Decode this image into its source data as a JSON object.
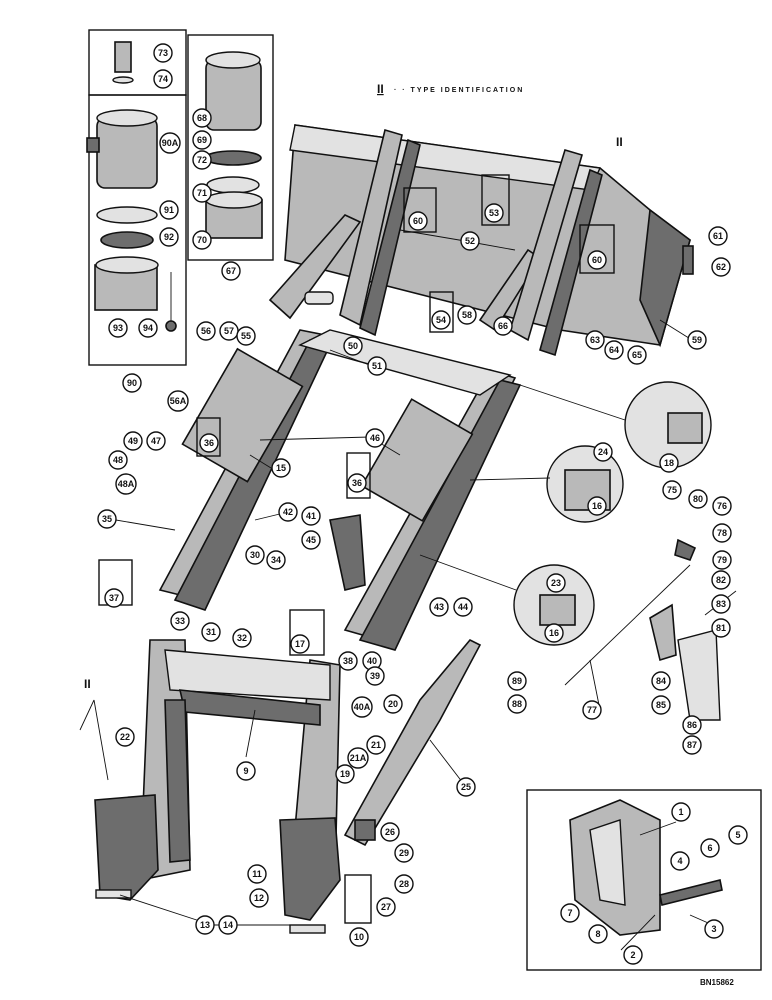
{
  "header": {
    "type_marker": "II",
    "title_text": "· · TYPE  IDENTIFICATION",
    "section_marker_right": "II",
    "section_marker_left": "II"
  },
  "footer": {
    "code": "BN15862"
  },
  "callouts": {
    "c73": "73",
    "c74": "74",
    "c68": "68",
    "c69": "69",
    "c72": "72",
    "c71": "71",
    "c70": "70",
    "c67": "67",
    "c90A": "90A",
    "c91": "91",
    "c92": "92",
    "c93": "93",
    "c94": "94",
    "c90": "90",
    "c60a": "60",
    "c53": "53",
    "c60b": "60",
    "c52": "52",
    "c61": "61",
    "c62": "62",
    "c59": "59",
    "c54": "54",
    "c58": "58",
    "c66": "66",
    "c63": "63",
    "c64": "64",
    "c65": "65",
    "c56": "56",
    "c57": "57",
    "c55": "55",
    "c50": "50",
    "c51": "51",
    "c56A": "56A",
    "c46": "46",
    "c36a": "36",
    "c49": "49",
    "c47": "47",
    "c48": "48",
    "c48A": "48A",
    "c15": "15",
    "c36b": "36",
    "c18": "18",
    "c24": "24",
    "c16a": "16",
    "c35": "35",
    "c42": "42",
    "c41": "41",
    "c45": "45",
    "c37": "37",
    "c30": "30",
    "c34": "34",
    "c33": "33",
    "c31": "31",
    "c32": "32",
    "c23": "23",
    "c43": "43",
    "c44": "44",
    "c16b": "16",
    "c17": "17",
    "c75": "75",
    "c80": "80",
    "c76": "76",
    "c78a": "78",
    "c79": "79",
    "c82": "82",
    "c83": "83",
    "c81": "81",
    "c84": "84",
    "c85": "85",
    "c86": "86",
    "c87": "87",
    "c89": "89",
    "c88": "88",
    "c77": "77",
    "c38": "38",
    "c40": "40",
    "c39": "39",
    "c40A": "40A",
    "c20": "20",
    "c21": "21",
    "c21A": "21A",
    "c19": "19",
    "c22": "22",
    "c9": "9",
    "c25": "25",
    "c26": "26",
    "c29": "29",
    "c28": "28",
    "c27": "27",
    "c11": "11",
    "c12": "12",
    "c13": "13",
    "c14": "14",
    "c10": "10",
    "c1": "1",
    "c5": "5",
    "c6": "6",
    "c4": "4",
    "c7": "7",
    "c8": "8",
    "c3": "3",
    "c2": "2"
  }
}
